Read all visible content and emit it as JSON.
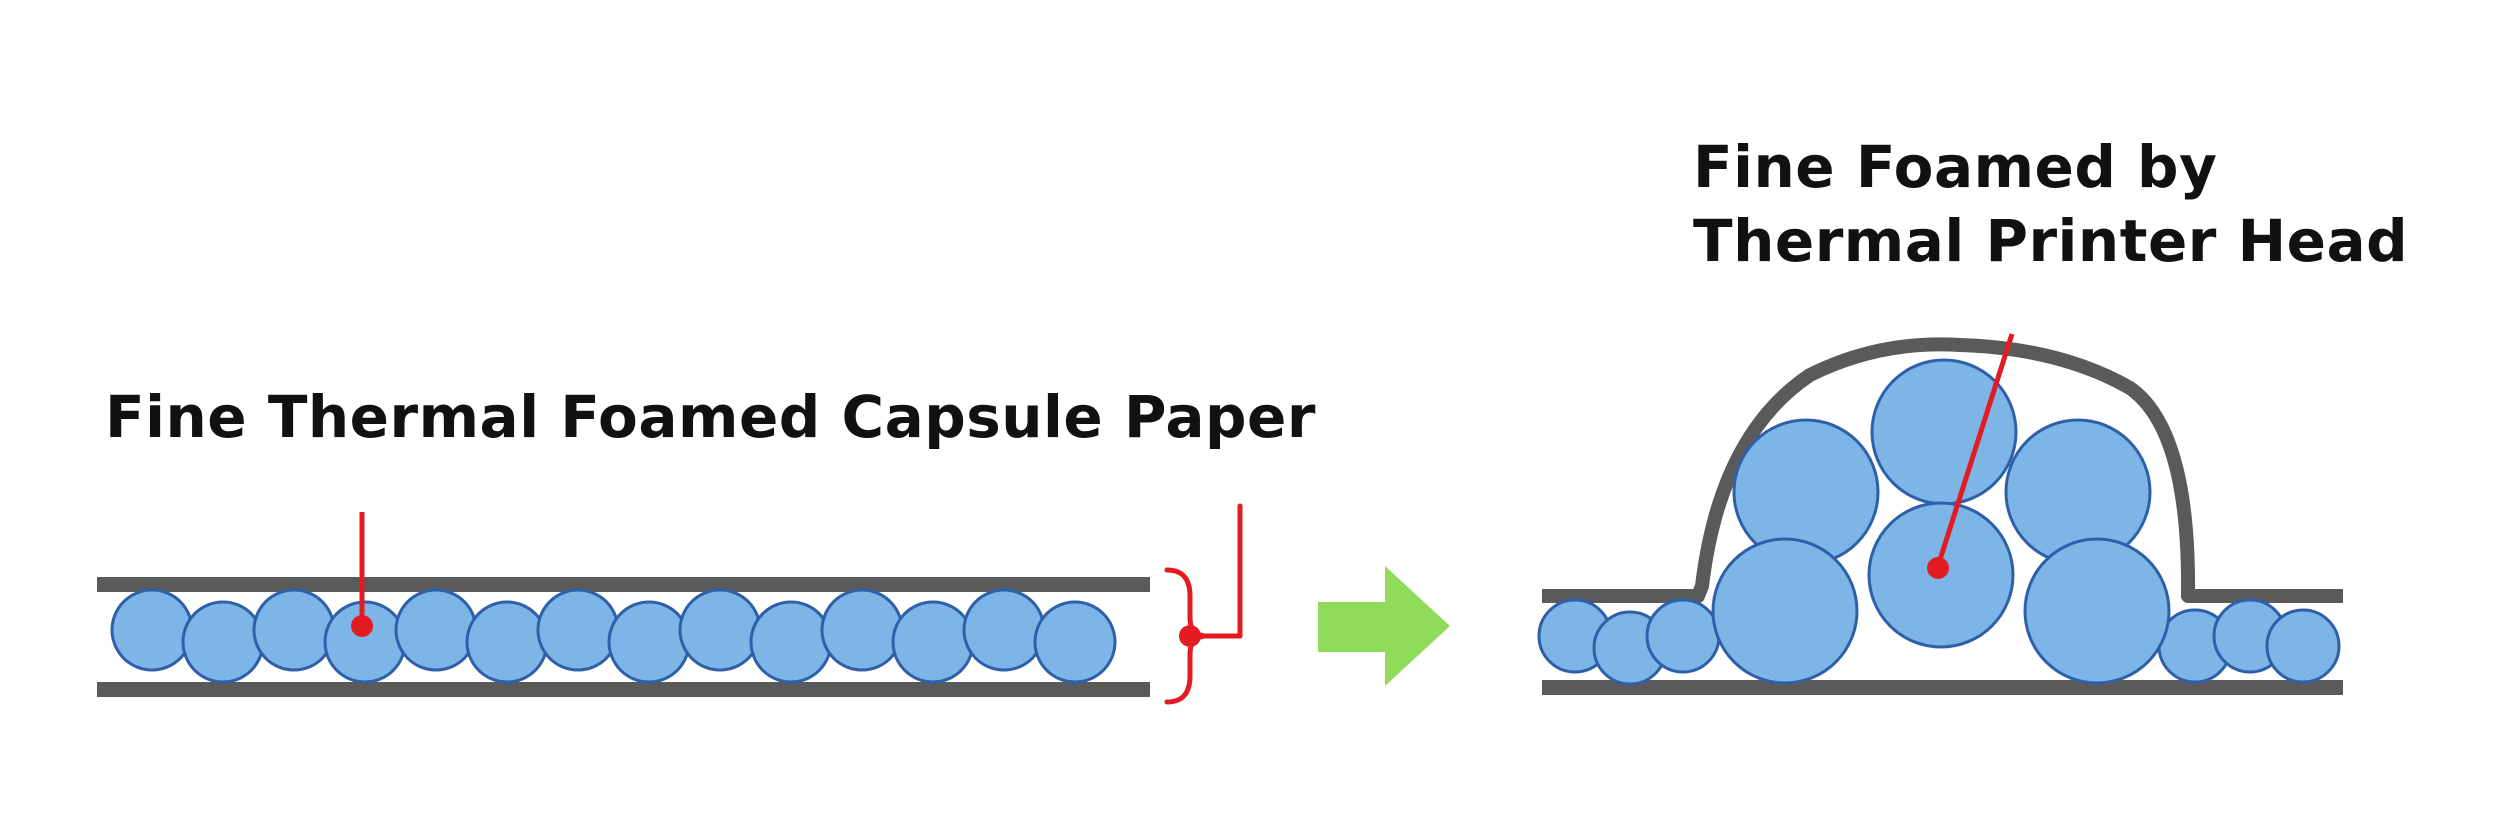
{
  "labels": {
    "before": "Fine Thermal Foamed Capsule Paper",
    "after_line1": "Fine Foamed by",
    "after_line2": "Thermal Printer Head"
  },
  "colors": {
    "capsule_fill": "#7db6e6",
    "capsule_stroke": "#2e5fa8",
    "layer": "#5a5a5a",
    "pointer": "#e31b23",
    "arrow": "#8fdc5b",
    "text": "#111111"
  },
  "icons": {
    "arrow": "right-arrow-icon"
  }
}
